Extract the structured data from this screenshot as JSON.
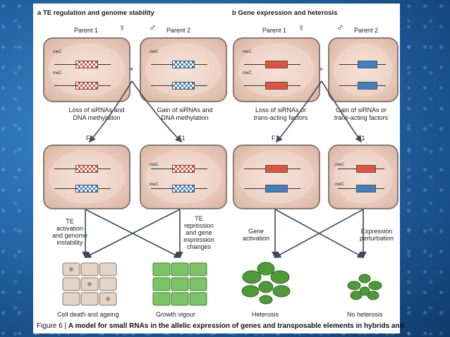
{
  "panel_a": {
    "title": "a  TE regulation and genome stability",
    "parent1": "Parent 1",
    "parent2": "Parent 2",
    "female_symbol": "♀",
    "male_symbol": "♂",
    "cross": "×",
    "mc_label": "meC",
    "left_note": [
      "Loss of siRNAs and",
      "DNA methylation"
    ],
    "right_note": [
      "Gain of siRNAs and",
      "DNA methylation"
    ],
    "f1": "F1",
    "left_outcome": [
      "TE",
      "activation",
      "and genome",
      "instability"
    ],
    "right_outcome": [
      "TE",
      "repression",
      "and gene",
      "expression",
      "changes"
    ],
    "result1": "Cell death and ageing",
    "result2": "Growth vigour"
  },
  "panel_b": {
    "title": "b  Gene expression and heterosis",
    "parent1": "Parent 1",
    "parent2": "Parent 2",
    "female_symbol": "♀",
    "male_symbol": "♂",
    "cross": "×",
    "mc_label": "meC",
    "left_note_1": "Loss of siRNAs or",
    "left_note_2a": "trans",
    "left_note_2b": "-acting factors",
    "right_note_1": "Gain of siRNAs or",
    "right_note_2a": "trans",
    "right_note_2b": "-acting factors",
    "f1": "F1",
    "left_outcome": [
      "Gene",
      "activation"
    ],
    "right_outcome": [
      "Expression",
      "perturbation"
    ],
    "result1": "Heterosis",
    "result2": "No heterosis"
  },
  "caption": {
    "prefix": "Figure 6 | ",
    "bold": "A model for small RNAs in the allelic expression of genes and transposable elements in hybrids and"
  },
  "colors": {
    "red_allele": "#e2523c",
    "blue_allele": "#3f7fc4",
    "cell_healthy": "#7dc469",
    "cell_dying": "#e3d4c7",
    "plant": "#4e9a3a"
  }
}
